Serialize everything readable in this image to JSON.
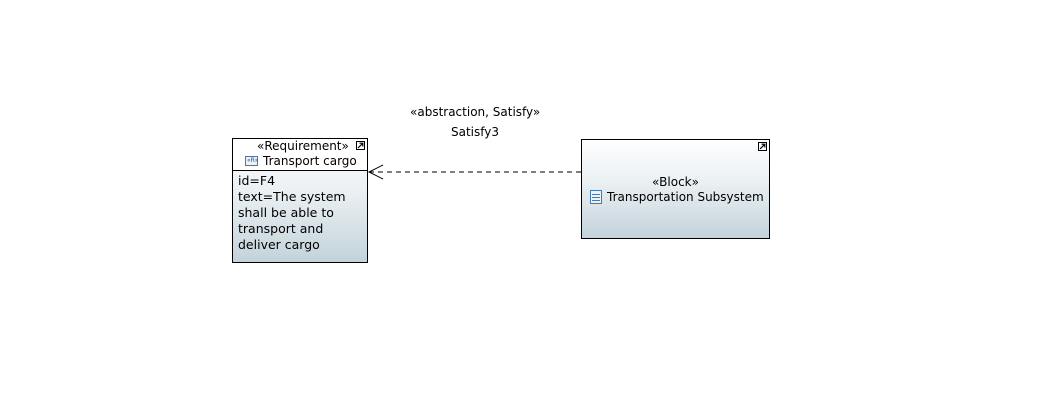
{
  "requirement": {
    "stereotype": "«Requirement»",
    "icon": "requirement-icon",
    "name": "Transport cargo",
    "properties": [
      "id=F4",
      "text=The system",
      "shall be able to",
      "transport and",
      "deliver cargo"
    ]
  },
  "block": {
    "stereotype": "«Block»",
    "icon": "block-icon",
    "name": "Transportation Subsystem"
  },
  "relationship": {
    "stereotype": "«abstraction, Satisfy»",
    "name": "Satisfy3",
    "style": "dashed",
    "arrowhead": "open"
  },
  "colors": {
    "fill_top": "#ffffff",
    "fill_bottom": "#c3d3db",
    "icon_blue": "#4a79a8"
  }
}
